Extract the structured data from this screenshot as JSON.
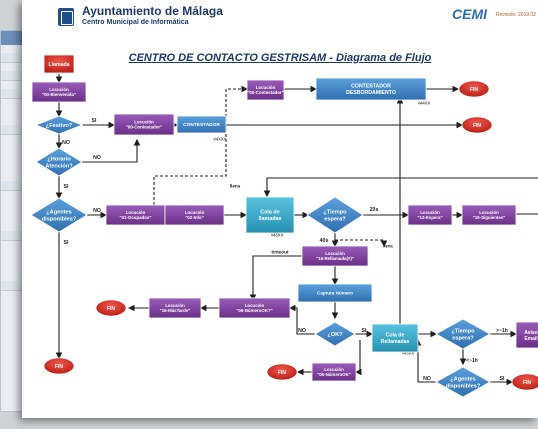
{
  "header": {
    "org_name": "Ayuntamiento de Málaga",
    "org_sub": "Centro Municipal de Informática",
    "brand": "CEMI",
    "revision": "Revisión: 2019.02",
    "title": "CENTRO DE CONTACTO GESTRISAM - Diagrama de Flujo"
  },
  "nodes": {
    "llamada": "Llamada",
    "loc_bienvenida": [
      "Locución",
      "\"00-Bienvenida\""
    ],
    "festivo": "¿Festivo?",
    "loc_contestador1": [
      "Locución",
      "\"00-Contestador\""
    ],
    "contestador": "CONTESTADOR",
    "loc_contestador2": [
      "Locución",
      "\"00-Contestador\""
    ],
    "contestador_desb": [
      "CONTESTADOR",
      "DESBORDAMIENTO"
    ],
    "horario": [
      "¿Horario",
      "Atención?"
    ],
    "agentes": [
      "¿Agentes",
      "disponibles?"
    ],
    "loc_ocupados": [
      "Locución",
      "\"01-Ocupados\""
    ],
    "loc_info": [
      "Locución",
      "\"02-Info\""
    ],
    "cola1": [
      "Cola de",
      "llamadas"
    ],
    "tiempo1": [
      "¿Tiempo",
      "espera?"
    ],
    "loc_espera": [
      "Locución",
      "\"13-Espera\""
    ],
    "loc_siguientes": [
      "Locución",
      "\"15-Siguientes\""
    ],
    "loc_rellamada": [
      "Locución",
      "\"16-Rellamada(#)\""
    ],
    "captura": "Captura Número",
    "loc_numero_ok": [
      "Locución",
      "\"06-NúmeroOK?\""
    ],
    "loc_mas_tarde": [
      "Locución",
      "\"16-MásTarde\""
    ],
    "ok": "¿OK?",
    "cola2": [
      "Cola de",
      "Rellamadas"
    ],
    "tiempo2": [
      "¿Tiempo",
      "espera?"
    ],
    "loc_numero_ok2": [
      "Locución",
      "\"05-NúmeroOK\""
    ],
    "agentes2": [
      "¿Agentes",
      "disponibles?"
    ],
    "aviso": [
      "Aviso",
      "Email"
    ],
    "fin": "FIN"
  },
  "labels": {
    "si": "SI",
    "no": "NO",
    "llena": "llena",
    "timeout": "timeout",
    "t20": "20s",
    "t40": "40s",
    "gt1h": ">~1h",
    "lt1h": "<~1h",
    "ext1": "#4XXX",
    "ext2": "#43XX",
    "ext3": "#44XX",
    "ext4": "#43XX"
  },
  "colors": {
    "purple": "#7f3f9d",
    "blue": "#3f86c8",
    "cyan": "#33a7c7",
    "red": "#d9281e",
    "line": "#1f1f1f"
  }
}
